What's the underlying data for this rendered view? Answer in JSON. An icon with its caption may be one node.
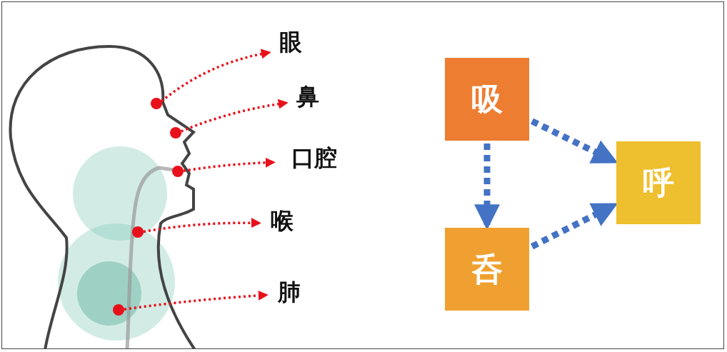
{
  "diagram": {
    "nodes": [
      {
        "text": [
          "眼"
        ]
      },
      {
        "text": [
          "鼻"
        ]
      },
      {
        "text": [
          "口腔"
        ]
      },
      {
        "text": [
          "喉"
        ]
      },
      {
        "text": [
          "肺"
        ]
      },
      {
        "text": [],
        "shape": "circle"
      },
      {
        "text": [],
        "shape": "circle"
      },
      {
        "text": [],
        "shape": "circle"
      },
      {
        "text": [],
        "shape": "circle"
      },
      {
        "text": [],
        "shape": "circle"
      },
      {
        "text": [
          "吸"
        ]
      },
      {
        "text": [
          "呑"
        ]
      },
      {
        "text": [
          "呼"
        ]
      }
    ],
    "edges": [
      {
        "from": 5,
        "to": 0,
        "arrow": "to",
        "style": "dashed"
      },
      {
        "from": 6,
        "to": 1,
        "arrow": "to",
        "style": "dashed"
      },
      {
        "from": 7,
        "to": 2,
        "arrow": "to",
        "style": "dashed"
      },
      {
        "from": 8,
        "to": 3,
        "arrow": "to",
        "style": "dashed"
      },
      {
        "from": 9,
        "to": 4,
        "arrow": "to",
        "style": "dashed"
      },
      {
        "from": 10,
        "to": 11,
        "arrow": "to",
        "style": "dashed",
        "color": "#4472c4"
      },
      {
        "from": 10,
        "to": 12,
        "arrow": "to",
        "style": "dashed",
        "color": "#4472c4"
      },
      {
        "from": 11,
        "to": 12,
        "arrow": "to",
        "style": "dashed",
        "color": "#4472c4"
      }
    ]
  }
}
